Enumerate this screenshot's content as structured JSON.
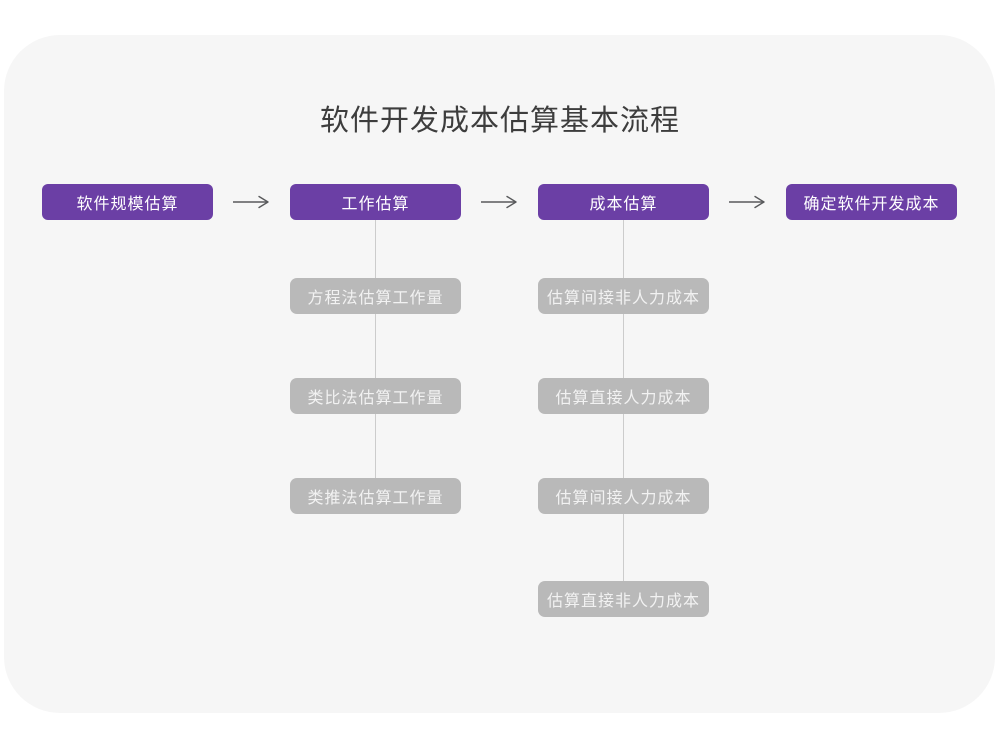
{
  "title": "软件开发成本估算基本流程",
  "colors": {
    "page_bg": "#ffffff",
    "card_bg": "#f6f6f6",
    "step_purple": "#6b3fa5",
    "sub_gray": "#b9b9b9",
    "connector_gray": "#cccccc",
    "arrow_gray": "#58595b",
    "title_text": "#3d3d3d"
  },
  "flow": {
    "steps": [
      {
        "label": "软件规模估算",
        "sub_steps": []
      },
      {
        "label": "工作估算",
        "sub_steps": [
          "方程法估算工作量",
          "类比法估算工作量",
          "类推法估算工作量"
        ]
      },
      {
        "label": "成本估算",
        "sub_steps": [
          "估算间接非人力成本",
          "估算直接人力成本",
          "估算间接人力成本",
          "估算直接非人力成本"
        ]
      },
      {
        "label": "确定软件开发成本",
        "sub_steps": []
      }
    ]
  }
}
